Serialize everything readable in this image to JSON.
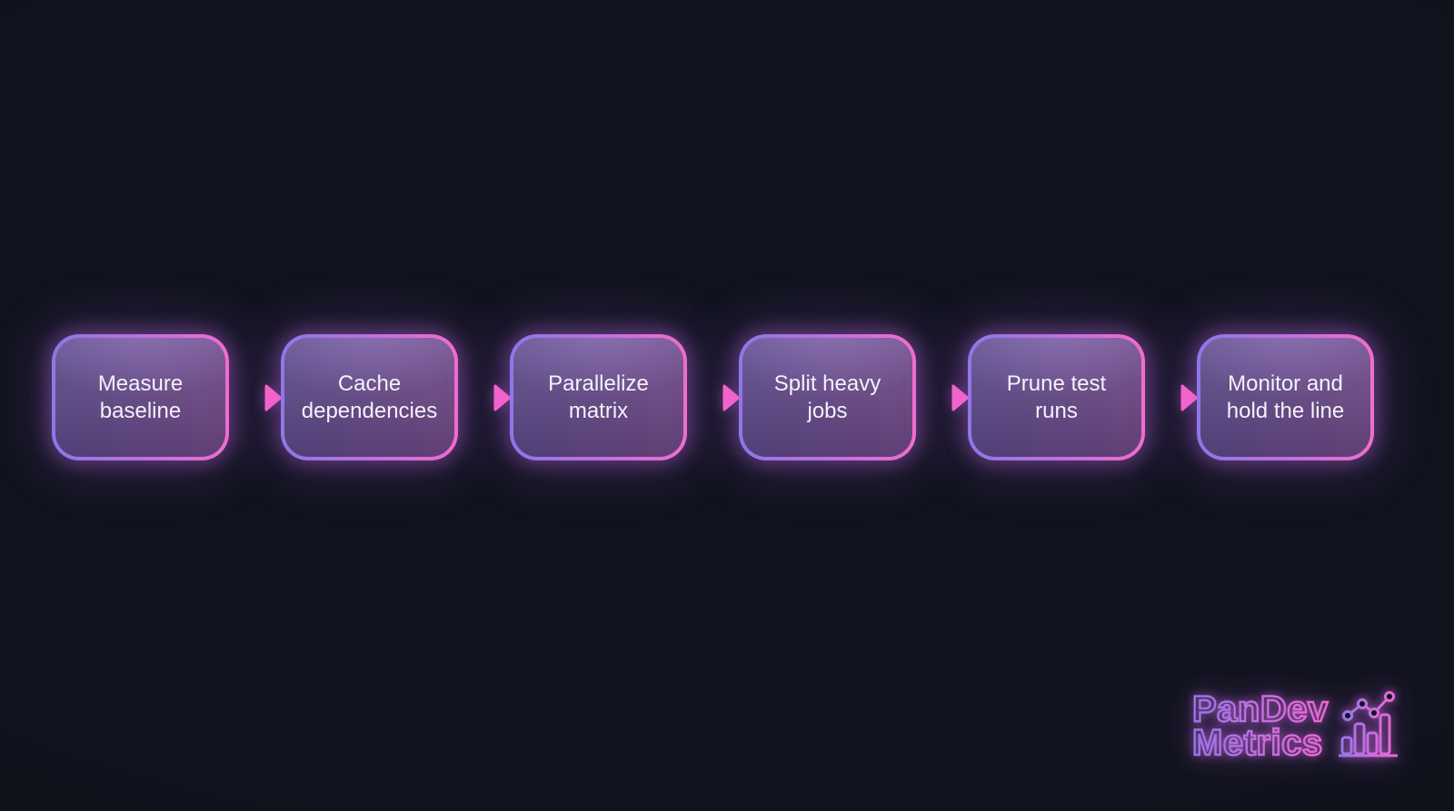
{
  "flow": {
    "steps": [
      {
        "label": "Measure\nbaseline"
      },
      {
        "label": "Cache\ndependencies"
      },
      {
        "label": "Parallelize\nmatrix"
      },
      {
        "label": "Split heavy\njobs"
      },
      {
        "label": "Prune test\nruns"
      },
      {
        "label": "Monitor and\nhold the line"
      }
    ]
  },
  "logo": {
    "line1": "PanDev",
    "line2": "Metrics",
    "icon": "bar-line-chart-icon"
  },
  "theme": {
    "bg": "#11131e",
    "nodeBorderStart": "#8d77e8",
    "nodeBorderMid": "#c26fdf",
    "nodeBorderEnd": "#f16ecd",
    "nodeFillTop": "#66558a",
    "nodeFillMid": "#5a4879",
    "nodeFillBottom": "#483767",
    "nodeText": "#f4f1fa",
    "glow": "rgba(198,112,234,0.40)",
    "glowSoft": "rgba(150,85,210,0.20)",
    "arrowStart": "#a98ef0",
    "arrowEnd": "#f263cb",
    "logoStart": "#9078ea",
    "logoEnd": "#f066cf"
  }
}
